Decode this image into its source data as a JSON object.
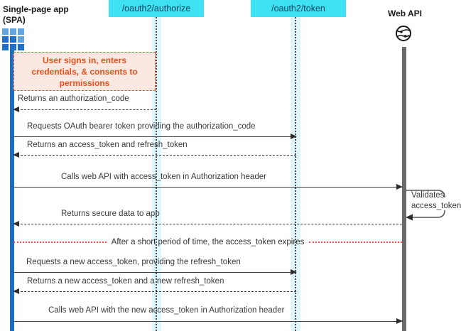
{
  "diagram": {
    "actors": {
      "spa": {
        "name_line1": "Single-page app",
        "name_line2": "(SPA)",
        "icon": "app-grid-icon"
      },
      "authorize": {
        "label": "/oauth2/authorize"
      },
      "token": {
        "label": "/oauth2/token"
      },
      "web_api": {
        "label": "Web API",
        "icon": "globe-icon"
      }
    },
    "note": {
      "text": "User signs in, enters credentials, & consents to permissions"
    },
    "messages": [
      {
        "text": "Returns an authorization_code",
        "from": "authorize",
        "to": "spa",
        "style": "dashed"
      },
      {
        "text": "Requests OAuth bearer token providing the authorization_code",
        "from": "spa",
        "to": "token",
        "style": "solid"
      },
      {
        "text": "Returns an access_token and refresh_token",
        "from": "token",
        "to": "spa",
        "style": "dashed"
      },
      {
        "text": "Calls web API with access_token in Authorization header",
        "from": "spa",
        "to": "web_api",
        "style": "solid"
      },
      {
        "text": "Returns secure data to app",
        "from": "web_api",
        "to": "spa",
        "style": "dashed"
      },
      {
        "text": "Requests a new access_token, providing the refresh_token",
        "from": "spa",
        "to": "token",
        "style": "solid"
      },
      {
        "text": "Returns a new access_token and a new refresh_token",
        "from": "token",
        "to": "spa",
        "style": "dashed"
      },
      {
        "text": "Calls web API with the new access_token in Authorization header",
        "from": "spa",
        "to": "web_api",
        "style": "solid"
      }
    ],
    "self_message": {
      "actor": "web_api",
      "line1": "Validates",
      "line2": "access_token"
    },
    "divider": {
      "text": "After a short period of time, the access_token expires"
    },
    "colors": {
      "endpoint_bg": "#3EE1F2",
      "endpoint_text": "#0A4560",
      "note_bg": "#FBE9E1",
      "note_accent": "#E8501D",
      "divider_red": "#F04B4B",
      "spa_lifeline_blue": "#1B6EC2",
      "api_lifeline_gray": "#6A6A6A",
      "lifeline_band_cyan": "#DFF6FB",
      "message_text": "#3A3A3A"
    }
  }
}
